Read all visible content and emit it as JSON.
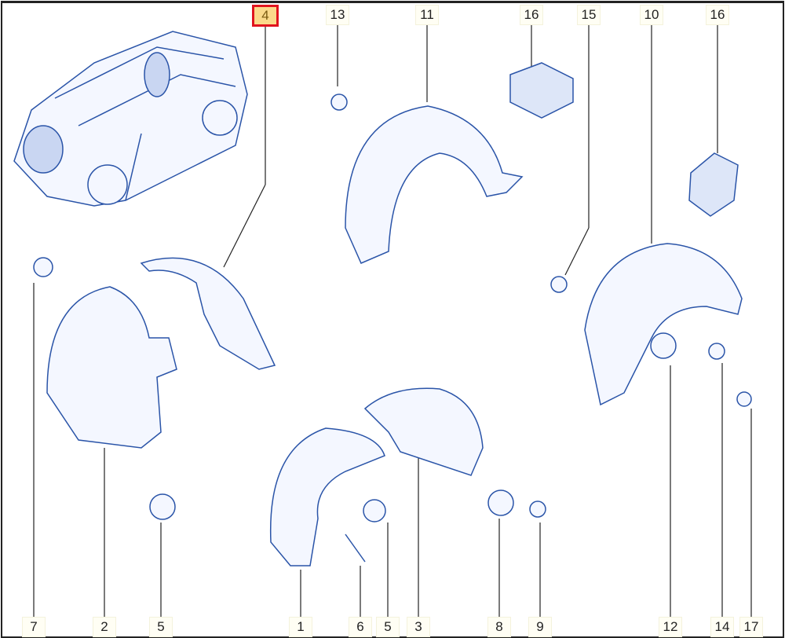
{
  "diagram": {
    "selected_label": "4",
    "line_color": "#2a54a8",
    "top_labels": [
      "4",
      "13",
      "11",
      "16",
      "15",
      "10",
      "16"
    ],
    "bottom_labels": [
      "7",
      "2",
      "5",
      "1",
      "6",
      "5",
      "3",
      "8",
      "9",
      "12",
      "14",
      "17"
    ]
  }
}
